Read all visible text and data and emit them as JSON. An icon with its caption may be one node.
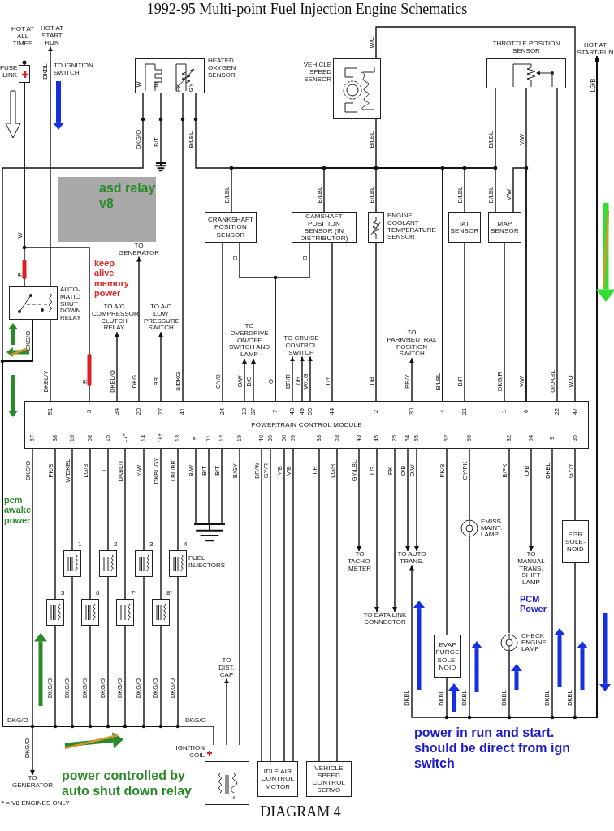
{
  "diagram": {
    "title": "1992-95 Multi-point Fuel Injection Engine Schematics",
    "caption": "DIAGRAM 4",
    "nodes": [
      {
        "text": [
          "FUSE LINK"
        ]
      },
      {
        "text": [
          "HOT AT START RUN"
        ],
        "beside": [
          "TO IGNITION SWITCH"
        ]
      },
      {
        "text": [
          "HEATED OXYGEN SENSOR"
        ]
      },
      {
        "text": [
          "VEHICLE SPEED SENSOR"
        ]
      },
      {
        "text": [
          "THROTTLE POSITION SENSOR"
        ]
      },
      {
        "text": [
          "HOT AT START/RUN"
        ]
      },
      {
        "text": [],
        "shape": "ground"
      },
      {
        "text": [
          "CRANKSHAFT POSITION SENSOR"
        ]
      },
      {
        "text": [
          "CAMSHAFT POSITION SENSOR (IN DISTRIBUTOR)"
        ]
      },
      {
        "text": [
          "ENGINE COOLANT TEMPERATURE SENSOR"
        ]
      },
      {
        "text": [
          "IAT SENSOR"
        ]
      },
      {
        "text": [
          "MAP SENSOR"
        ]
      },
      {
        "text": [
          "TO GENERATOR"
        ]
      },
      {
        "text": [
          "AUTO- MATIC SHUT DOWN RELAY"
        ]
      },
      {
        "text": [
          "TO A/C COMPRESSOR CLUTCH RELAY"
        ]
      },
      {
        "text": [
          "TO A/C LOW PRESSURE SWITCH"
        ]
      },
      {
        "text": [
          "TO OVERDRIVE ON/OFF SWITCH AND LAMP"
        ]
      },
      {
        "text": [
          "TO CRUISE CONTROL SWITCH"
        ]
      },
      {
        "text": [
          "TO PARK/NEUTRAL POSITION SWITCH"
        ]
      },
      {
        "text": [
          "POWERTRAIN CONTROL MODULE"
        ]
      },
      {
        "text": [],
        "shape": "box",
        "beside": [
          "1"
        ]
      },
      {
        "text": [],
        "shape": "box",
        "beside": [
          "2"
        ]
      },
      {
        "text": [],
        "shape": "box",
        "beside": [
          "3"
        ]
      },
      {
        "text": [],
        "shape": "box",
        "beside": [
          "4"
        ]
      },
      {
        "text": [],
        "shape": "box",
        "beside": [
          "5"
        ]
      },
      {
        "text": [],
        "shape": "box",
        "beside": [
          "6"
        ]
      },
      {
        "text": [],
        "shape": "box",
        "beside": [
          "7*"
        ]
      },
      {
        "text": [],
        "shape": "box",
        "beside": [
          "8*"
        ]
      },
      {
        "text": [],
        "shape": "ground"
      },
      {
        "text": [
          "TO TACHO- METER"
        ]
      },
      {
        "text": [
          "TO AUTO TRANS."
        ]
      },
      {
        "text": [
          "TO MANUAL TRANS. SHIFT LAMP"
        ]
      },
      {
        "text": [
          "EMISS. MAINT. LAMP"
        ]
      },
      {
        "text": [
          "EGR SOLE- NOID"
        ]
      },
      {
        "text": [
          "TO DATA LINK CONNECTOR"
        ]
      },
      {
        "text": [
          "EVAP PURGE SOLE- NOID"
        ]
      },
      {
        "text": [
          "CHECK ENGINE LAMP"
        ]
      },
      {
        "text": [
          "TO DIST. CAP"
        ]
      },
      {
        "text": [
          "TO GENERATOR"
        ]
      },
      {
        "text": [
          "IGNITION COIL"
        ]
      },
      {
        "text": [
          "IDLE AIR CONTROL MOTOR"
        ]
      },
      {
        "text": [
          "VEHICLE SPEED CONTROL SERVO"
        ]
      }
    ],
    "edges": [
      {
        "from": 0,
        "to": 13,
        "arrow": "none"
      },
      {
        "from": 0,
        "to": 19,
        "arrow": "none"
      },
      {
        "from": 13,
        "to": 1,
        "arrow": "to"
      },
      {
        "from": 19,
        "to": 13,
        "arrow": "none"
      },
      {
        "from": 13,
        "to": 2,
        "arrow": "none"
      },
      {
        "from": 13,
        "to": 19,
        "arrow": "none"
      },
      {
        "from": 13,
        "to": 20,
        "arrow": "none"
      },
      {
        "from": 13,
        "to": 21,
        "arrow": "none"
      },
      {
        "from": 13,
        "to": 22,
        "arrow": "none"
      },
      {
        "from": 13,
        "to": 23,
        "arrow": "none"
      },
      {
        "from": 13,
        "to": 24,
        "arrow": "none"
      },
      {
        "from": 13,
        "to": 25,
        "arrow": "none"
      },
      {
        "from": 13,
        "to": 26,
        "arrow": "none"
      },
      {
        "from": 13,
        "to": 27,
        "arrow": "none"
      },
      {
        "from": 13,
        "to": 39,
        "arrow": "none"
      },
      {
        "from": 13,
        "to": 38,
        "arrow": "to"
      },
      {
        "from": 2,
        "to": 6,
        "arrow": "none"
      },
      {
        "from": 19,
        "to": 2,
        "arrow": "none"
      },
      {
        "from": 19,
        "to": 2,
        "arrow": "none"
      },
      {
        "from": 19,
        "to": 7,
        "arrow": "none"
      },
      {
        "from": 19,
        "to": 8,
        "arrow": "none"
      },
      {
        "from": 19,
        "to": 3,
        "arrow": "none"
      },
      {
        "from": 19,
        "to": 9,
        "arrow": "none"
      },
      {
        "from": 19,
        "to": 10,
        "arrow": "none"
      },
      {
        "from": 19,
        "to": 11,
        "arrow": "none"
      },
      {
        "from": 19,
        "to": 4,
        "arrow": "none"
      },
      {
        "from": 19,
        "to": 7,
        "arrow": "none"
      },
      {
        "from": 19,
        "to": 7,
        "arrow": "none"
      },
      {
        "from": 19,
        "to": 8,
        "arrow": "none"
      },
      {
        "from": 19,
        "to": 8,
        "arrow": "none"
      },
      {
        "from": 19,
        "to": 9,
        "arrow": "none"
      },
      {
        "from": 19,
        "to": 10,
        "arrow": "none"
      },
      {
        "from": 19,
        "to": 11,
        "arrow": "none"
      },
      {
        "from": 19,
        "to": 4,
        "arrow": "none"
      },
      {
        "from": 19,
        "to": 11,
        "arrow": "none"
      },
      {
        "from": 19,
        "to": 4,
        "arrow": "none"
      },
      {
        "from": 19,
        "to": 3,
        "arrow": "none"
      },
      {
        "from": 19,
        "to": 14,
        "arrow": "to"
      },
      {
        "from": 19,
        "to": 12,
        "arrow": "to"
      },
      {
        "from": 19,
        "to": 15,
        "arrow": "to"
      },
      {
        "from": 19,
        "to": 16,
        "arrow": "to"
      },
      {
        "from": 19,
        "to": 16,
        "arrow": "to"
      },
      {
        "from": 19,
        "to": 17,
        "arrow": "to"
      },
      {
        "from": 19,
        "to": 17,
        "arrow": "to"
      },
      {
        "from": 19,
        "to": 17,
        "arrow": "to"
      },
      {
        "from": 19,
        "to": 18,
        "arrow": "to"
      },
      {
        "from": 19,
        "to": 5,
        "arrow": "to"
      },
      {
        "from": 33,
        "to": 5,
        "arrow": "to"
      },
      {
        "from": 36,
        "to": 5,
        "arrow": "to"
      },
      {
        "from": 35,
        "to": 5,
        "arrow": "to"
      },
      {
        "from": 32,
        "to": 5,
        "arrow": "to"
      },
      {
        "from": 5,
        "to": 30,
        "arrow": "both"
      },
      {
        "from": 19,
        "to": 24,
        "arrow": "none"
      },
      {
        "from": 19,
        "to": 20,
        "arrow": "none"
      },
      {
        "from": 19,
        "to": 25,
        "arrow": "none"
      },
      {
        "from": 19,
        "to": 21,
        "arrow": "none"
      },
      {
        "from": 19,
        "to": 26,
        "arrow": "none"
      },
      {
        "from": 19,
        "to": 22,
        "arrow": "none"
      },
      {
        "from": 19,
        "to": 27,
        "arrow": "none"
      },
      {
        "from": 19,
        "to": 23,
        "arrow": "none"
      },
      {
        "from": 19,
        "to": 28,
        "arrow": "none"
      },
      {
        "from": 19,
        "to": 28,
        "arrow": "none"
      },
      {
        "from": 19,
        "to": 28,
        "arrow": "none"
      },
      {
        "from": 19,
        "to": 39,
        "arrow": "none"
      },
      {
        "from": 19,
        "to": 40,
        "arrow": "none"
      },
      {
        "from": 19,
        "to": 40,
        "arrow": "none"
      },
      {
        "from": 19,
        "to": 40,
        "arrow": "none"
      },
      {
        "from": 19,
        "to": 40,
        "arrow": "none"
      },
      {
        "from": 19,
        "to": 41,
        "arrow": "none"
      },
      {
        "from": 19,
        "to": 41,
        "arrow": "none"
      },
      {
        "from": 19,
        "to": 29,
        "arrow": "to"
      },
      {
        "from": 19,
        "to": 34,
        "arrow": "to"
      },
      {
        "from": 19,
        "to": 34,
        "arrow": "to"
      },
      {
        "from": 19,
        "to": 30,
        "arrow": "to"
      },
      {
        "from": 19,
        "to": 30,
        "arrow": "to"
      },
      {
        "from": 19,
        "to": 35,
        "arrow": "none"
      },
      {
        "from": 19,
        "to": 32,
        "arrow": "none"
      },
      {
        "from": 19,
        "to": 36,
        "arrow": "none"
      },
      {
        "from": 19,
        "to": 31,
        "arrow": "to"
      },
      {
        "from": 19,
        "to": 33,
        "arrow": "none"
      },
      {
        "from": 39,
        "to": 37,
        "arrow": "to"
      }
    ],
    "labels": [
      "HOT AT ALL TIMES",
      "DKBL",
      "W",
      "W",
      "PK",
      "GY",
      "W/O",
      "LG/B",
      "DKG/O",
      "B/T",
      "B/LBL",
      "B/LBL",
      "B/LBL",
      "V/W",
      "asd relay v8",
      "B/LBL",
      "B/LBL",
      "B/LBL",
      "B/LBL",
      "B/LBL",
      "V/W",
      "W",
      "O",
      "O",
      "keep alive memory power",
      "R",
      "DKG/O",
      "DKBL/Y",
      "R",
      "DKBL/O",
      "DKG",
      "BR",
      "B/DKG",
      "GY/B",
      "O/W",
      "B/O",
      "O",
      "BR/R",
      "Y/R",
      "W/LG",
      "T/Y",
      "T/B",
      "BR/Y",
      "B/LBL",
      "B/R",
      "DKG/R",
      "V/W",
      "O/DKBL",
      "W/O",
      "51",
      "3",
      "34",
      "20",
      "27",
      "41",
      "24",
      "10",
      "37",
      "7",
      "48",
      "49",
      "50",
      "44",
      "2",
      "30",
      "4",
      "21",
      "1",
      "6",
      "22",
      "47",
      "57",
      "38",
      "16",
      "58",
      "15",
      "17*",
      "14",
      "18*",
      "13",
      "5",
      "11",
      "12",
      "19",
      "40",
      "39",
      "60",
      "59",
      "33",
      "53",
      "43",
      "45",
      "25",
      "54",
      "55",
      "52",
      "56",
      "32",
      "54",
      "9",
      "35",
      "DKG/O",
      "PK/B",
      "W/DKBL",
      "LG/B",
      "T",
      "DKBL/T",
      "Y/W",
      "DKBL/GY",
      "LBL/BR",
      "B/W",
      "B/T",
      "B/T",
      "B/GY",
      "BR/W",
      "GY/R",
      "Y/B",
      "V/B",
      "T/R",
      "LG/R",
      "GY/LBL",
      "LG",
      "PK",
      "O/B",
      "O/W",
      "PK/B",
      "GY/PK",
      "B/PK",
      "O/B",
      "DKBL",
      "GY/Y",
      "pcm awake power",
      "PCM Power",
      "FUEL INJECTORS",
      "DKG/O",
      "DKG/O",
      "DKG/O",
      "DKG/O",
      "DKG/O",
      "DKG/O",
      "DKG/O",
      "DKG/O",
      "DKG/O",
      "DKG/O",
      "DKG/O",
      "DKBL",
      "DKBL",
      "DKBL",
      "DKBL",
      "DKBL",
      "DKBL",
      "power controlled by auto shut down relay",
      "power in run and start. should be direct from ign switch",
      "* = V8 ENGINES ONLY"
    ]
  }
}
